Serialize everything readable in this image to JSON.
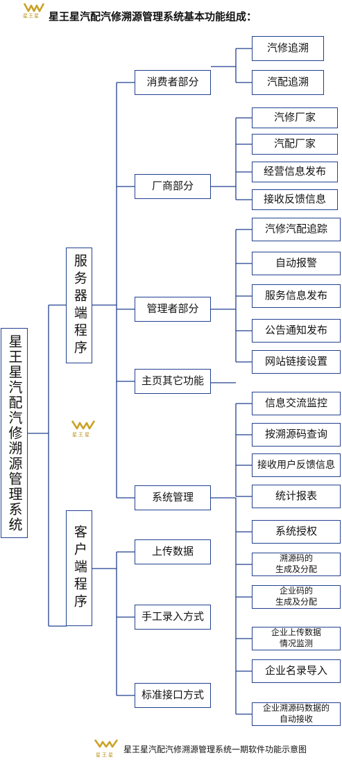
{
  "colors": {
    "line": "#1f3f8f",
    "logo_gold": "#c9a227"
  },
  "header": {
    "title": "星王星汽配汽修溯源管理系统基本功能组成：",
    "logo_text": "星王星"
  },
  "footer": {
    "caption": "星王星汽配汽修溯源管理系统一期软件功能示意图",
    "logo_text": "星王星"
  },
  "middle_logo": {
    "text": "星王星"
  },
  "root": {
    "label": "星王星汽配汽修溯源管理系统"
  },
  "server": {
    "label": "服务器端程序",
    "groups": [
      {
        "label": "消费者部分",
        "items": [
          "汽修追溯",
          "汽配追溯"
        ]
      },
      {
        "label": "厂商部分",
        "items": [
          "汽修厂家",
          "汽配厂家",
          "经营信息发布",
          "接收反馈信息"
        ]
      },
      {
        "label": "管理者部分",
        "items": [
          "汽修汽配追踪",
          "自动报警",
          "服务信息发布",
          "公告通知发布",
          "网站链接设置"
        ]
      },
      {
        "label": "主页其它功能",
        "items": [
          "信息交流监控",
          "按溯源码查询",
          "接收用户反馈信息",
          "统计报表"
        ]
      },
      {
        "label": "系统管理",
        "items": [
          "系统授权",
          "溯源码的\n生成及分配",
          "企业码的\n生成及分配",
          "企业上传数据\n情况监测",
          "企业名录导入",
          "企业溯源码数据的\n自动接收"
        ]
      }
    ]
  },
  "client": {
    "label": "客户端程序",
    "items": [
      "上传数据",
      "手工录入方式",
      "标准接口方式"
    ]
  }
}
